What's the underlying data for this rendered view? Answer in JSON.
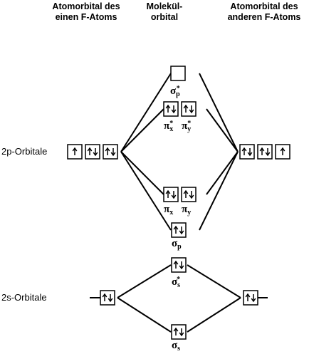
{
  "headers": {
    "left": [
      "Atomorbital des",
      "einen F-Atoms"
    ],
    "middle": [
      "Molekül-",
      "orbital"
    ],
    "right": [
      "Atomorbital des",
      "anderen F-Atoms"
    ]
  },
  "row_labels": {
    "p": "2p-Orbitale",
    "s": "2s-Orbitale"
  },
  "orbitals": {
    "sigma_p_star": {
      "symbol": "σ",
      "sub": "p",
      "sup": "*",
      "electrons": 0
    },
    "pi_x_star": {
      "symbol": "π",
      "sub": "x",
      "sup": "*",
      "electrons": 2
    },
    "pi_y_star": {
      "symbol": "π",
      "sub": "y",
      "sup": "*",
      "electrons": 2
    },
    "pi_x": {
      "symbol": "π",
      "sub": "x",
      "electrons": 2
    },
    "pi_y": {
      "symbol": "π",
      "sub": "y",
      "electrons": 2
    },
    "sigma_p": {
      "symbol": "σ",
      "sub": "p",
      "electrons": 2
    },
    "sigma_s_star": {
      "symbol": "σ",
      "sub": "s",
      "sup": "*",
      "electrons": 2
    },
    "sigma_s": {
      "symbol": "σ",
      "sub": "s",
      "electrons": 2
    },
    "left_2p": [
      1,
      2,
      2
    ],
    "right_2p": [
      2,
      2,
      1
    ],
    "left_2s": 2,
    "right_2s": 2
  },
  "colors": {
    "line": "#000000",
    "background": "#ffffff"
  }
}
